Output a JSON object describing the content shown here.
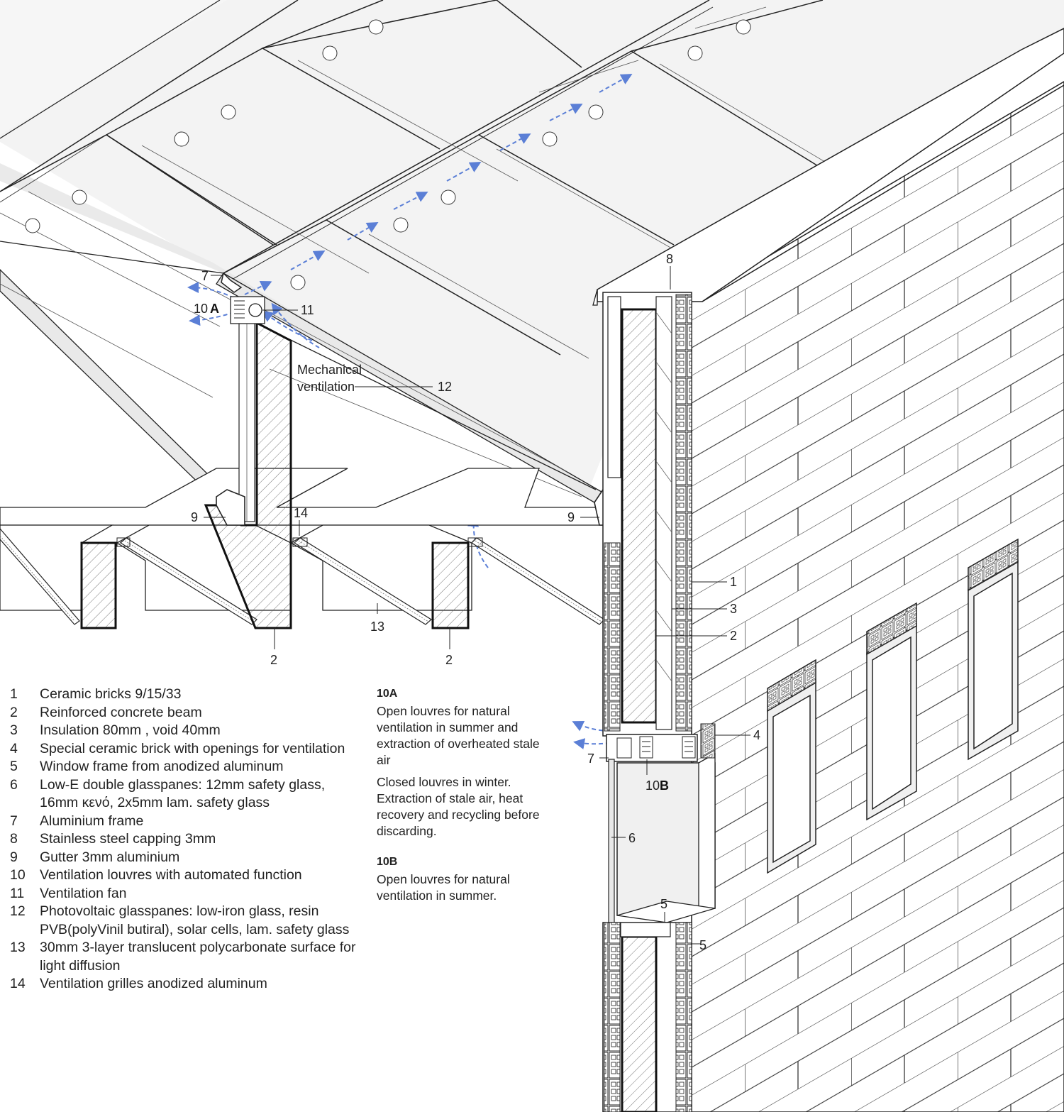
{
  "callouts": {
    "c1": "1",
    "c2a": "2",
    "c2b": "2",
    "c2c": "2",
    "c3": "3",
    "c4": "4",
    "c5a": "5",
    "c5b": "5",
    "c6": "6",
    "c7a": "7",
    "c7b": "7",
    "c8": "8",
    "c9a": "9",
    "c9b": "9",
    "c10a_num": "10",
    "c10a_letter": "A",
    "c10b_num": "10",
    "c10b_letter": "B",
    "c11": "11",
    "c12": "12",
    "c13": "13",
    "c14": "14",
    "mech_line1": "Mechanical",
    "mech_line2": "ventilation"
  },
  "legend": [
    {
      "num": "1",
      "text": "Ceramic bricks 9/15/33"
    },
    {
      "num": "2",
      "text": "Reinforced concrete beam"
    },
    {
      "num": "3",
      "text": "Insulation 80mm , void 40mm"
    },
    {
      "num": "4",
      "text": "Special ceramic brick with openings for ventilation"
    },
    {
      "num": "5",
      "text": "Window frame from anodized aluminum"
    },
    {
      "num": "6",
      "text": "Low-E double glasspanes: 12mm safety glass, 16mm κενό, 2x5mm lam. safety glass"
    },
    {
      "num": "7",
      "text": "Aluminium frame"
    },
    {
      "num": "8",
      "text": "Stainless steel capping 3mm"
    },
    {
      "num": "9",
      "text": "Gutter 3mm aluminium"
    },
    {
      "num": "10",
      "text": "Ventilation louvres with automated function"
    },
    {
      "num": "11",
      "text": "Ventilation fan"
    },
    {
      "num": "12",
      "text": "Photovoltaic glasspanes: low-iron glass, resin PVB(polyVinil butiral), solar cells, lam. safety glass"
    },
    {
      "num": "13",
      "text": "30mm 3-layer translucent polycarbonate surface for light diffusion"
    },
    {
      "num": "14",
      "text": "Ventilation grilles anodized aluminum"
    }
  ],
  "notes": {
    "a_title": "10A",
    "a_p1": "Open louvres for natural ventilation in summer and extraction of overheated stale air",
    "a_p2": "Closed louvres in winter. Extraction of stale air, heat recovery and recycling before discarding.",
    "b_title": "10B",
    "b_p1": "Open louvres for natural ventilation in summer."
  },
  "colors": {
    "line": "#1a1a1a",
    "airflow": "#5b7fd6",
    "glass_fill": "#f2f2f2",
    "wall_fill": "#ffffff"
  }
}
